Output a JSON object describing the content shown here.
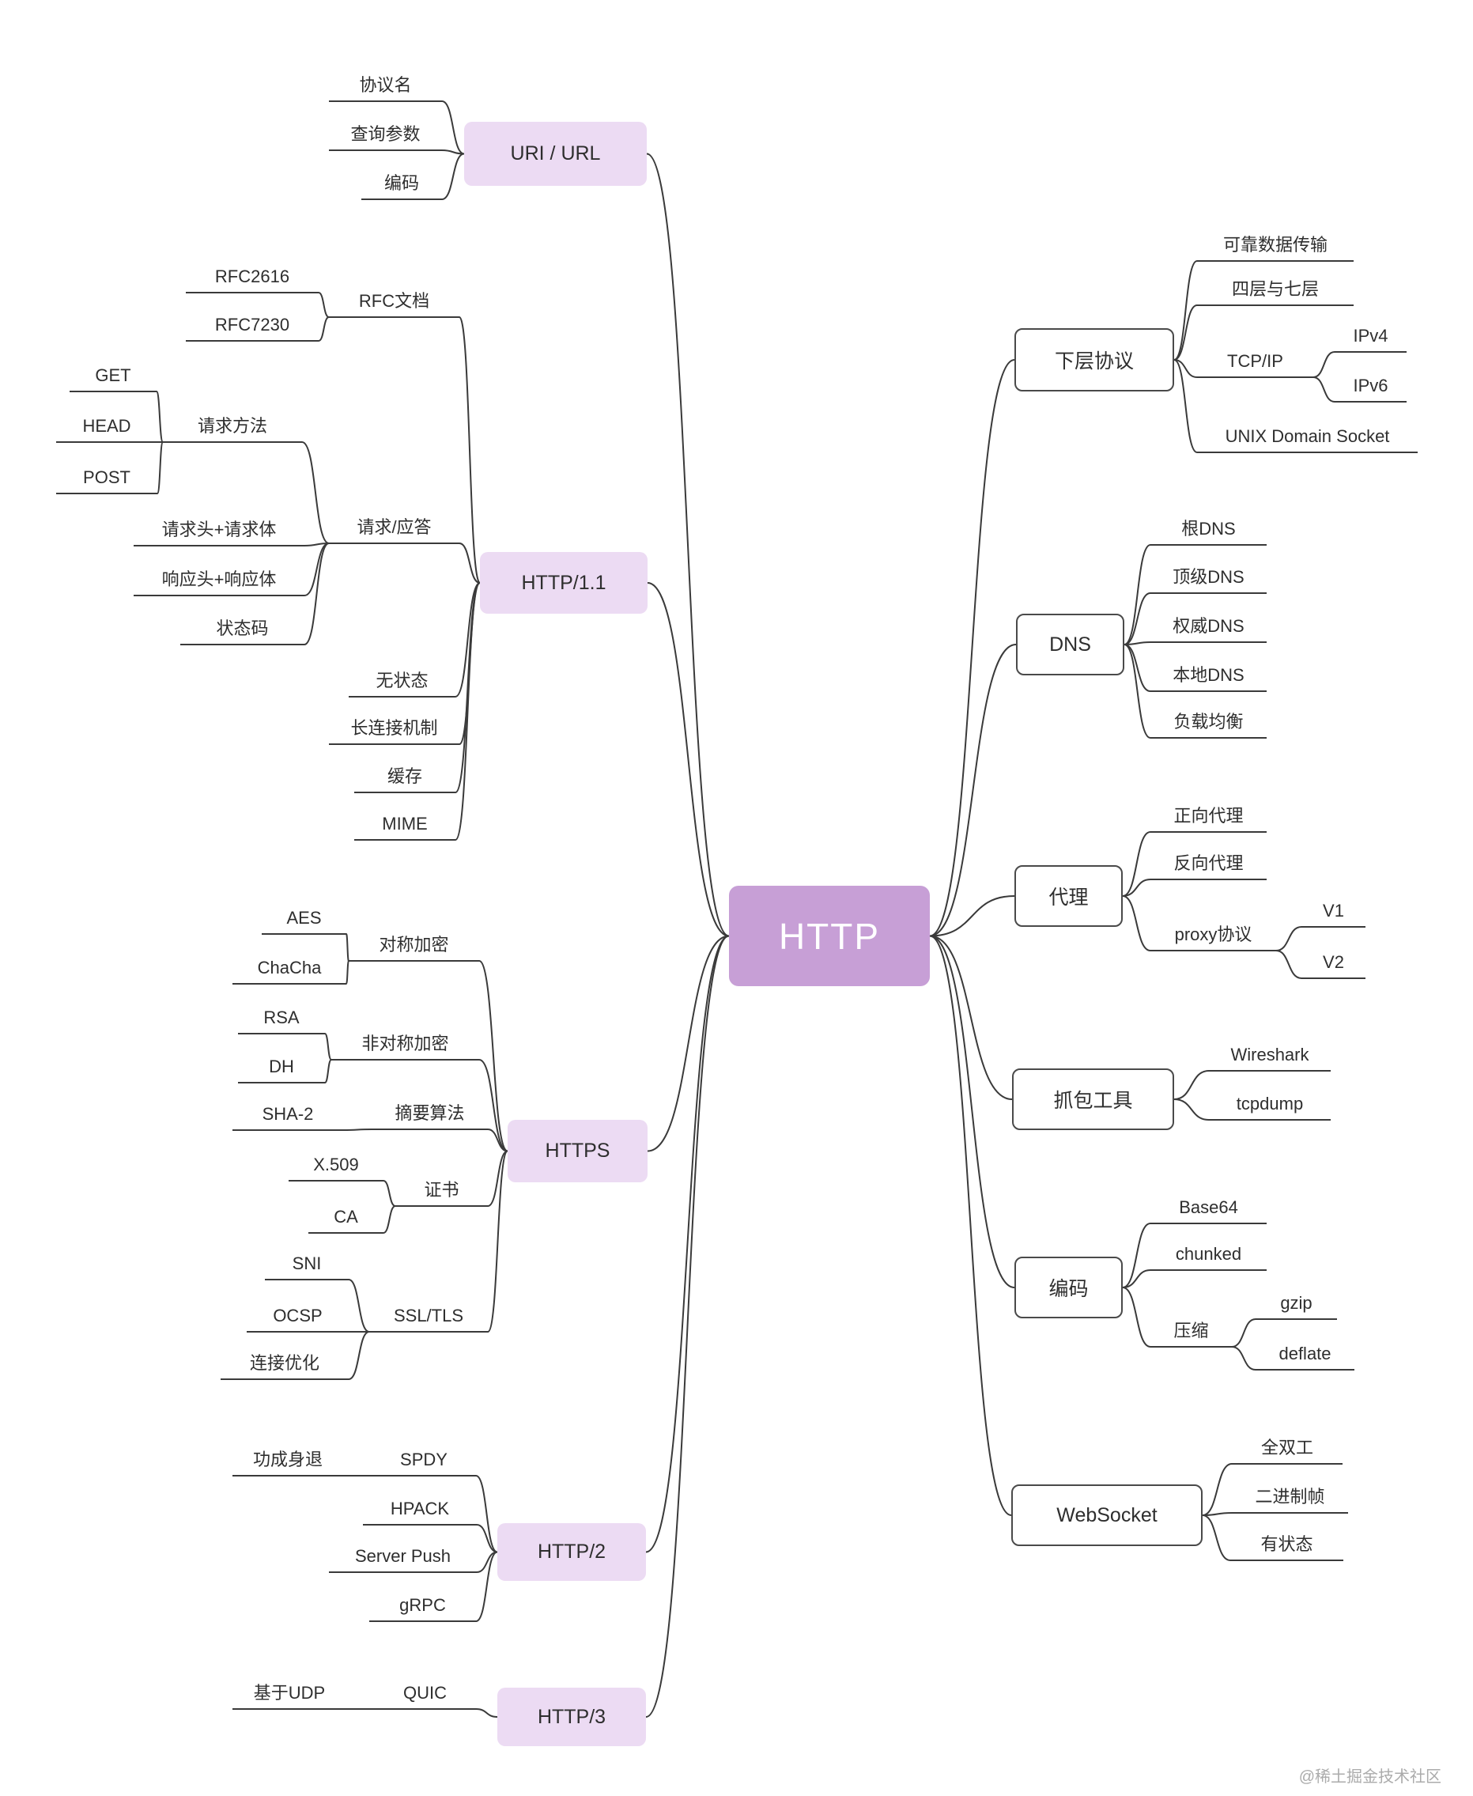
{
  "root": {
    "label": "HTTP"
  },
  "left_branches": [
    {
      "label": "URI / URL",
      "children": [
        {
          "label": "协议名"
        },
        {
          "label": "查询参数"
        },
        {
          "label": "编码"
        }
      ]
    },
    {
      "label": "HTTP/1.1",
      "children": [
        {
          "label": "RFC文档",
          "children": [
            {
              "label": "RFC2616"
            },
            {
              "label": "RFC7230"
            }
          ]
        },
        {
          "label": "请求/应答",
          "children": [
            {
              "label": "请求方法",
              "children": [
                {
                  "label": "GET"
                },
                {
                  "label": "HEAD"
                },
                {
                  "label": "POST"
                }
              ]
            },
            {
              "label": "请求头+请求体"
            },
            {
              "label": "响应头+响应体"
            },
            {
              "label": "状态码"
            }
          ]
        },
        {
          "label": "无状态"
        },
        {
          "label": "长连接机制"
        },
        {
          "label": "缓存"
        },
        {
          "label": "MIME"
        }
      ]
    },
    {
      "label": "HTTPS",
      "children": [
        {
          "label": "对称加密",
          "children": [
            {
              "label": "AES"
            },
            {
              "label": "ChaCha"
            }
          ]
        },
        {
          "label": "非对称加密",
          "children": [
            {
              "label": "RSA"
            },
            {
              "label": "DH"
            }
          ]
        },
        {
          "label": "摘要算法",
          "children": [
            {
              "label": "SHA-2"
            }
          ]
        },
        {
          "label": "证书",
          "children": [
            {
              "label": "X.509"
            },
            {
              "label": "CA"
            }
          ]
        },
        {
          "label": "SSL/TLS",
          "children": [
            {
              "label": "SNI"
            },
            {
              "label": "OCSP"
            },
            {
              "label": "连接优化"
            }
          ]
        }
      ]
    },
    {
      "label": "HTTP/2",
      "children": [
        {
          "label": "SPDY",
          "children": [
            {
              "label": "功成身退"
            }
          ]
        },
        {
          "label": "HPACK"
        },
        {
          "label": "Server Push"
        },
        {
          "label": "gRPC"
        }
      ]
    },
    {
      "label": "HTTP/3",
      "children": [
        {
          "label": "QUIC",
          "children": [
            {
              "label": "基于UDP"
            }
          ]
        }
      ]
    }
  ],
  "right_branches": [
    {
      "label": "下层协议",
      "children": [
        {
          "label": "可靠数据传输"
        },
        {
          "label": "四层与七层"
        },
        {
          "label": "TCP/IP",
          "children": [
            {
              "label": "IPv4"
            },
            {
              "label": "IPv6"
            }
          ]
        },
        {
          "label": "UNIX Domain Socket"
        }
      ]
    },
    {
      "label": "DNS",
      "children": [
        {
          "label": "根DNS"
        },
        {
          "label": "顶级DNS"
        },
        {
          "label": "权威DNS"
        },
        {
          "label": "本地DNS"
        },
        {
          "label": "负载均衡"
        }
      ]
    },
    {
      "label": "代理",
      "children": [
        {
          "label": "正向代理"
        },
        {
          "label": "反向代理"
        },
        {
          "label": "proxy协议",
          "children": [
            {
              "label": "V1"
            },
            {
              "label": "V2"
            }
          ]
        }
      ]
    },
    {
      "label": "抓包工具",
      "children": [
        {
          "label": "Wireshark"
        },
        {
          "label": "tcpdump"
        }
      ]
    },
    {
      "label": "编码",
      "children": [
        {
          "label": "Base64"
        },
        {
          "label": "chunked"
        },
        {
          "label": "压缩",
          "children": [
            {
              "label": "gzip"
            },
            {
              "label": "deflate"
            }
          ]
        }
      ]
    },
    {
      "label": "WebSocket",
      "children": [
        {
          "label": "全双工"
        },
        {
          "label": "二进制帧"
        },
        {
          "label": "有状态"
        }
      ]
    }
  ],
  "watermark": "@稀土掘金技术社区",
  "colors": {
    "center_fill": "#c79fd6",
    "center_text": "#ffffff",
    "topic_fill": "#ecdbf3",
    "outline_box_border": "#4a4a4a",
    "line": "#3a3a3a",
    "text": "#2e2e2e",
    "watermark": "#ababab"
  }
}
